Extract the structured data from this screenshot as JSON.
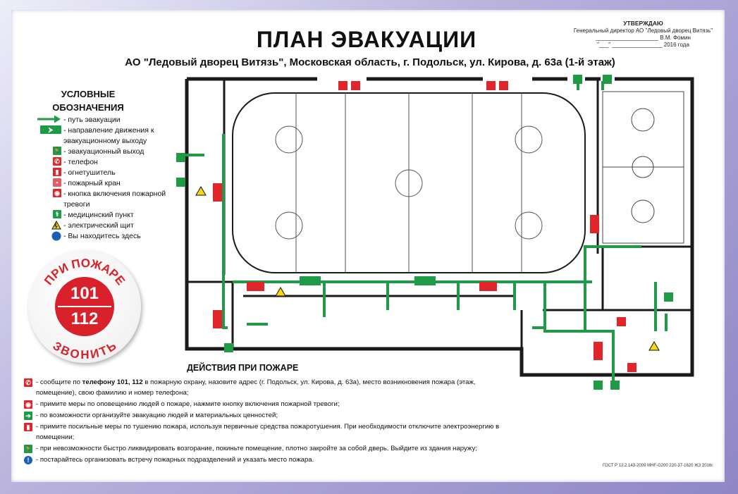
{
  "approval": {
    "heading": "УТВЕРЖДАЮ",
    "position": "Генеральный директор АО \"Ледовый дворец Витязь\"",
    "signature_line": "____________________ В.М. Фомин",
    "date_line": "\"___\" ________________ 2016 года"
  },
  "title": "ПЛАН ЭВАКУАЦИИ",
  "subtitle": "АО \"Ледовый дворец Витязь\", Московская область, г. Подольск, ул. Кирова, д. 63а (1-й этаж)",
  "legend": {
    "title_line1": "УСЛОВНЫЕ",
    "title_line2": "ОБОЗНАЧЕНИЯ",
    "items": [
      {
        "icon": "green-arrow-icon",
        "label": "- путь эвакуации"
      },
      {
        "icon": "exit-direction-sign-icon",
        "label": "- направление движения к эвакуационному выходу"
      },
      {
        "icon": "emergency-exit-icon",
        "label": "- эвакуационный выход"
      },
      {
        "icon": "phone-icon",
        "label": "- телефон"
      },
      {
        "icon": "fire-extinguisher-icon",
        "label": "- огнетушитель"
      },
      {
        "icon": "fire-hydrant-icon",
        "label": "- пожарный кран"
      },
      {
        "icon": "fire-alarm-button-icon",
        "label": "- кнопка включения пожарной тревоги"
      },
      {
        "icon": "medical-point-icon",
        "label": "- медицинский пункт"
      },
      {
        "icon": "electrical-panel-icon",
        "label": "- электрический щит"
      },
      {
        "icon": "you-are-here-icon",
        "label": "- Вы находитесь здесь"
      }
    ]
  },
  "emergency_badge": {
    "top_text": "ПРИ ПОЖАРЕ",
    "number1": "101",
    "number2": "112",
    "bottom_text": "ЗВОНИТЬ"
  },
  "actions": {
    "title": "ДЕЙСТВИЯ ПРИ ПОЖАРЕ",
    "items": [
      {
        "icon": "phone-icon",
        "pre": "- сообщите по ",
        "bold": "телефону 101, 112",
        "text": "  в пожарную охрану, назовите адрес (г. Подольск, ул. Кирова, д. 63а), место возникновения пожара (этаж, помещение), свою фамилию и номер телефона;"
      },
      {
        "icon": "fire-alarm-button-icon",
        "pre": "",
        "bold": "",
        "text": "- примите меры по оповещению людей о пожаре, нажмите кнопку включения пожарной тревоги;"
      },
      {
        "icon": "exit-arrow-icon",
        "pre": "",
        "bold": "",
        "text": "- по возможности организуйте эвакуацию людей и материальных ценностей;"
      },
      {
        "icon": "fire-extinguisher-icon",
        "pre": "",
        "bold": "",
        "text": "- примите посильные меры по тушению пожара, используя первичные средства пожаротушения. При необходимости отключите электроэнергию в помещении;"
      },
      {
        "icon": "emergency-exit-icon",
        "pre": "",
        "bold": "",
        "text": "- при невозможности быстро ликвидировать возгорание, покиньте помещение, плотно закройте за собой дверь. Выйдите из здания наружу;"
      },
      {
        "icon": "info-icon",
        "pre": "",
        "bold": "",
        "text": "- постарайтесь организовать встречу пожарных подразделений и указать место пожара."
      }
    ]
  },
  "footer_code": "ГОСТ Р 12.2.143-2009 MHF-G200 220-37-1620 ЖЗ 2016г.",
  "colors": {
    "green": "#1f9a47",
    "red": "#e0262b",
    "blue": "#1a5fb4",
    "wall": "#1a1a1a"
  }
}
